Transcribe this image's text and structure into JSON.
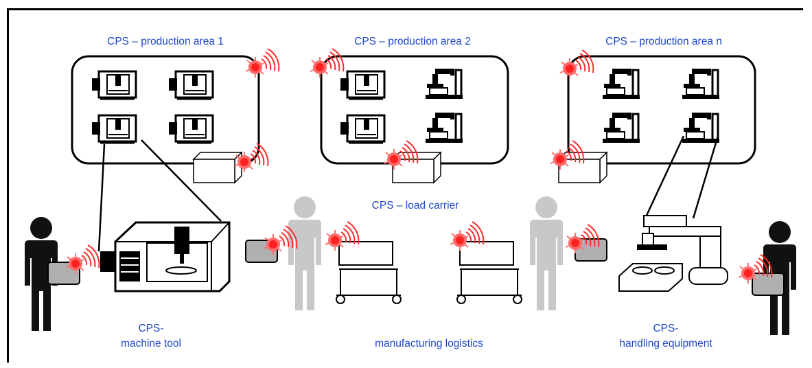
{
  "areas": [
    {
      "title": "CPS – production area 1"
    },
    {
      "title": "CPS – production area 2"
    },
    {
      "title": "CPS – production area n"
    }
  ],
  "load_carrier": {
    "label": "CPS – load carrier"
  },
  "bottom_labels": {
    "machine_tool_line1": "CPS-",
    "machine_tool_line2": "machine tool",
    "logistics": "manufacturing logistics",
    "handling_line1": "CPS-",
    "handling_line2": "handling equipment"
  },
  "colors": {
    "label_text": "#1f47c8",
    "sensor": "#ff5a5a",
    "sensor_core": "#ff1a1a",
    "person_dark": "#111111",
    "person_light": "#c8c8c8"
  },
  "icons": [
    "cnc-machine-icon",
    "robot-arm-icon",
    "sensor-icon",
    "person-icon",
    "tablet-icon",
    "cart-icon",
    "storage-box-icon"
  ]
}
